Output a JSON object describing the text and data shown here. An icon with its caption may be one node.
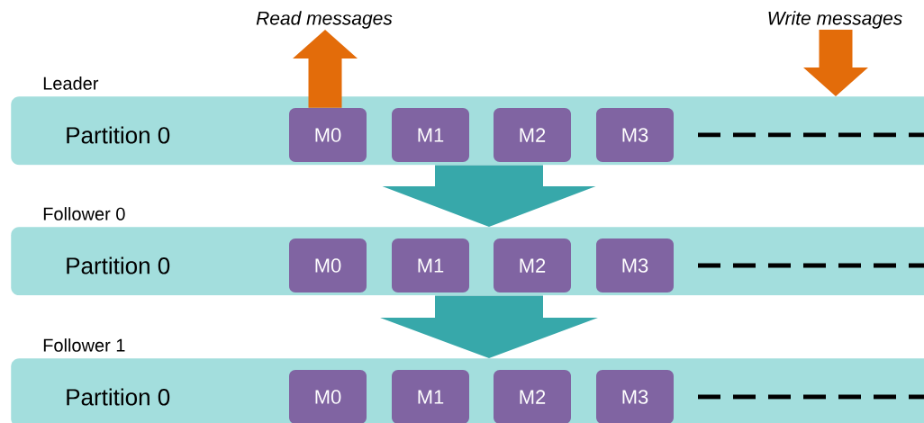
{
  "diagram": {
    "nodes": [
      {
        "text": [
          "Read messages"
        ]
      },
      {
        "text": [
          "Write messages"
        ]
      },
      {
        "text": [
          "Leader",
          "Partition 0"
        ]
      },
      {
        "text": [
          "M0"
        ],
        "in": 2
      },
      {
        "text": [
          "M1"
        ],
        "in": 2
      },
      {
        "text": [
          "M2"
        ],
        "in": 2
      },
      {
        "text": [
          "M3"
        ],
        "in": 2
      },
      {
        "text": [
          "Follower 0",
          "Partition 0"
        ]
      },
      {
        "text": [
          "M0"
        ],
        "in": 7
      },
      {
        "text": [
          "M1"
        ],
        "in": 7
      },
      {
        "text": [
          "M2"
        ],
        "in": 7
      },
      {
        "text": [
          "M3"
        ],
        "in": 7
      },
      {
        "text": [
          "Follower 1",
          "Partition 0"
        ]
      },
      {
        "text": [
          "M0"
        ],
        "in": 12
      },
      {
        "text": [
          "M1"
        ],
        "in": 12
      },
      {
        "text": [
          "M2"
        ],
        "in": 12
      },
      {
        "text": [
          "M3"
        ],
        "in": 12
      }
    ],
    "edges": [
      {
        "from": 3,
        "to": 0,
        "arrow": "to",
        "style": "thick",
        "color": "#e36c0a"
      },
      {
        "from": 1,
        "to": 2,
        "arrow": "to",
        "style": "thick",
        "color": "#e36c0a"
      },
      {
        "from": 2,
        "to": 7,
        "arrow": "to",
        "style": "thick",
        "color": "#37a8aa"
      },
      {
        "from": 7,
        "to": 12,
        "arrow": "to",
        "style": "thick",
        "color": "#37a8aa"
      }
    ]
  }
}
